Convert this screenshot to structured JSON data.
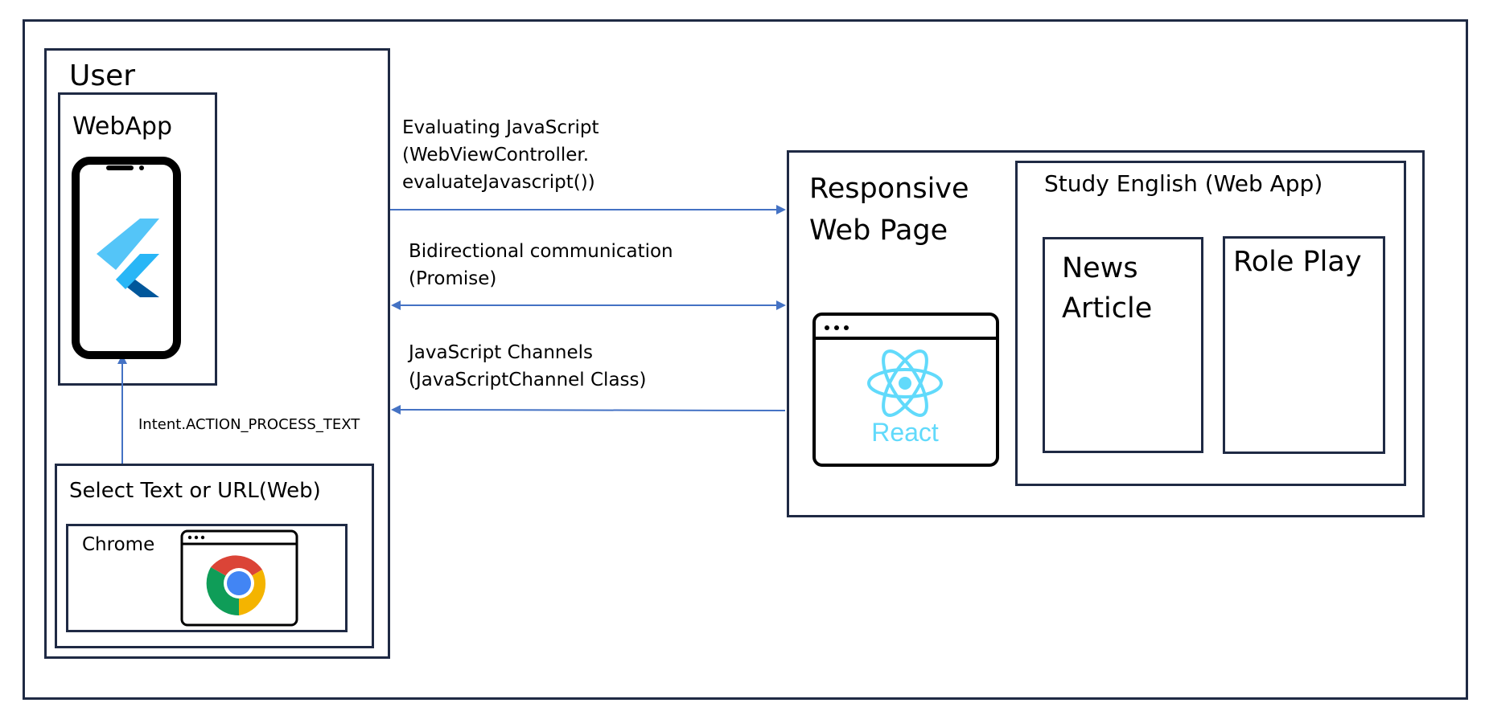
{
  "user": {
    "title": "User"
  },
  "webapp": {
    "title": "WebApp"
  },
  "select": {
    "title": "Select Text or URL(Web)",
    "chrome_label": "Chrome"
  },
  "arrows": {
    "intent": "Intent.ACTION_PROCESS_TEXT",
    "evaluate": {
      "line1": "Evaluating JavaScript",
      "line2": "(WebViewController.",
      "line3": "evaluateJavascript())"
    },
    "bidirectional": {
      "line1": "Bidirectional communication",
      "line2": "(Promise)"
    },
    "channels": {
      "line1": "JavaScript Channels",
      "line2": "(JavaScriptChannel Class)"
    }
  },
  "responsive": {
    "line1": "Responsive",
    "line2": "Web Page",
    "react_label": "React"
  },
  "study": {
    "title": "Study English (Web App)",
    "news": {
      "line1": "News",
      "line2": "Article"
    },
    "roleplay": "Role Play"
  },
  "colors": {
    "border": "#1f2a44",
    "arrow": "#4472c4",
    "flutter_light": "#54c5f8",
    "flutter_mid": "#29b6f6",
    "flutter_dark": "#01579b",
    "react": "#61dafb",
    "chrome_red": "#db4437",
    "chrome_yellow": "#f4b400",
    "chrome_green": "#0f9d58",
    "chrome_blue": "#4285f4"
  }
}
